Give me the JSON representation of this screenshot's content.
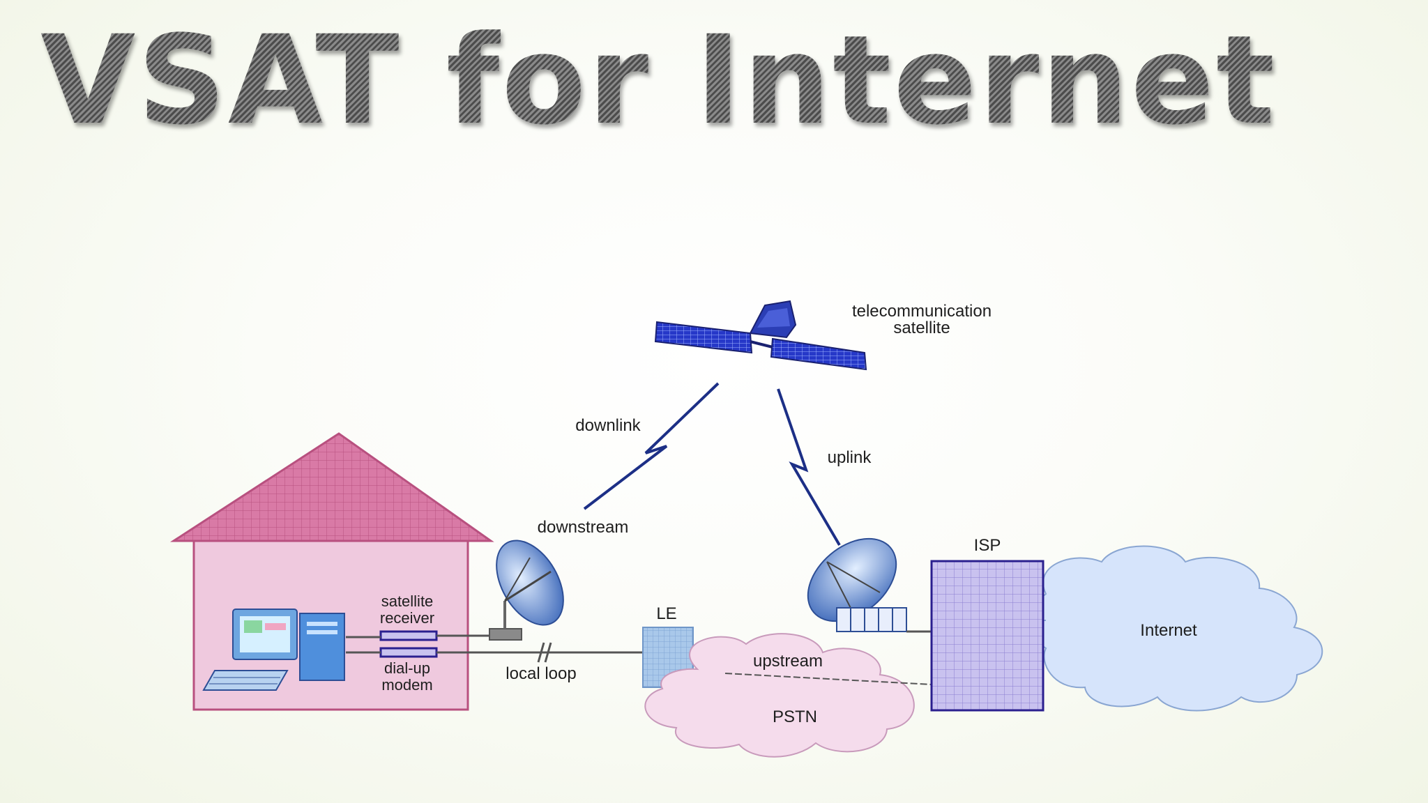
{
  "title": "VSAT for Internet",
  "colors": {
    "house_roof": "#d97aa6",
    "house_wall": "#efc9de",
    "link_line": "#1c2f86",
    "isp_box": "#c9c2ef",
    "internet_cloud": "#d6e4fb",
    "pstn_cloud": "#f5dcec",
    "le_box": "#a9c8ea"
  },
  "labels": {
    "satellite_line1": "telecommunication",
    "satellite_line2": "satellite",
    "downlink": "downlink",
    "uplink": "uplink",
    "downstream": "downstream",
    "receiver_line1": "satellite",
    "receiver_line2": "receiver",
    "modem_line1": "dial-up",
    "modem_line2": "modem",
    "local_loop": "local loop",
    "le": "LE",
    "upstream": "upstream",
    "pstn": "PSTN",
    "isp": "ISP",
    "internet": "Internet"
  }
}
